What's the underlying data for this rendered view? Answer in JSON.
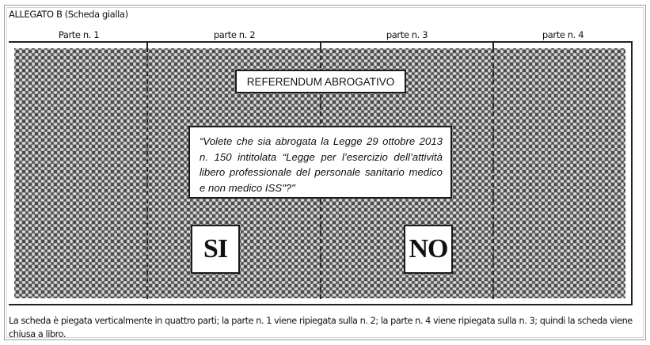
{
  "document": {
    "title": "ALLEGATO B (Scheda gialla)",
    "parts": [
      {
        "label": "Parte n. 1"
      },
      {
        "label": "parte n. 2"
      },
      {
        "label": "parte n. 3"
      },
      {
        "label": "parte n. 4"
      }
    ],
    "ballot": {
      "header": "REFERENDUM ABROGATIVO",
      "question": "“Volete che sia abrogata la Legge 29 ottobre 2013 n. 150 intitolata “Legge per l’esercizio dell’attività libero professionale del personale sanitario medico e non medico ISS\"?\"",
      "options": {
        "yes": "SI",
        "no": "NO"
      },
      "colors": {
        "pattern_dark": "#4a4a4a",
        "pattern_light": "#d8d8d8",
        "border": "#222222"
      }
    },
    "footnote": "La scheda è piegata verticalmente in quattro parti; la parte n. 1 viene ripiegata sulla n. 2; la parte n. 4 viene ripiegata sulla n. 3; quindi la scheda viene chiusa a libro."
  }
}
